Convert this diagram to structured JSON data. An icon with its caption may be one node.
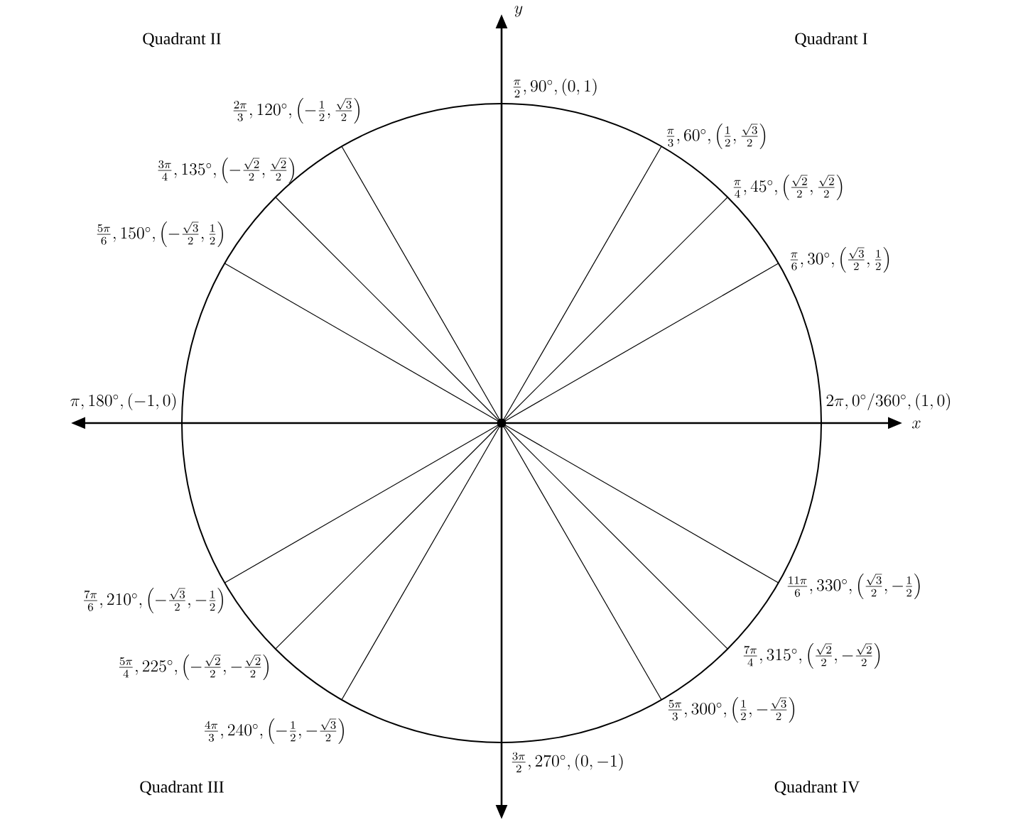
{
  "diagram": {
    "labels": [
      "Quadrant II",
      "y",
      "Quadrant I",
      "\\frac{\\pi}{2}, 90^\\circ, (0,1)",
      "\\frac{2\\pi}{3}, 120^\\circ, \\left(-\\frac{1}{2}, \\frac{\\sqrt{3}}{2}\\right)",
      "\\frac{\\pi}{3}, 60^\\circ, \\left(\\frac{1}{2}, \\frac{\\sqrt{3}}{2}\\right)",
      "\\frac{3\\pi}{4}, 135^\\circ, \\left(-\\frac{\\sqrt{2}}{2}, \\frac{\\sqrt{2}}{2}\\right)",
      "\\frac{\\pi}{4}, 45^\\circ, \\left(\\frac{\\sqrt{2}}{2}, \\frac{\\sqrt{2}}{2}\\right)",
      "\\frac{5\\pi}{6}, 150^\\circ, \\left(-\\frac{\\sqrt{3}}{2}, \\frac{1}{2}\\right)",
      "\\frac{\\pi}{6}, 30^\\circ, \\left(\\frac{\\sqrt{3}}{2}, \\frac{1}{2}\\right)",
      "\\pi, 180^\\circ, (-1,0)",
      "2\\pi, 0^\\circ/360^\\circ, (1,0)",
      "x",
      "\\frac{7\\pi}{6}, 210^\\circ, \\left(-\\frac{\\sqrt{3}}{2}, -\\frac{1}{2}\\right)",
      "\\frac{11\\pi}{6}, 330^\\circ, \\left(\\frac{\\sqrt{3}}{2}, -\\frac{1}{2}\\right)",
      "\\frac{5\\pi}{4}, 225^\\circ, \\left(-\\frac{\\sqrt{2}}{2}, -\\frac{\\sqrt{2}}{2}\\right)",
      "\\frac{7\\pi}{4}, 315^\\circ, \\left(\\frac{\\sqrt{2}}{2}, -\\frac{\\sqrt{2}}{2}\\right)",
      "\\frac{4\\pi}{3}, 240^\\circ, \\left(-\\frac{1}{2}, -\\frac{\\sqrt{3}}{2}\\right)",
      "\\frac{5\\pi}{3}, 300^\\circ, \\left(\\frac{1}{2}, -\\frac{\\sqrt{3}}{2}\\right)",
      "\\frac{3\\pi}{2}, 270^\\circ, (0,-1)",
      "Quadrant III",
      "Quadrant IV"
    ]
  }
}
